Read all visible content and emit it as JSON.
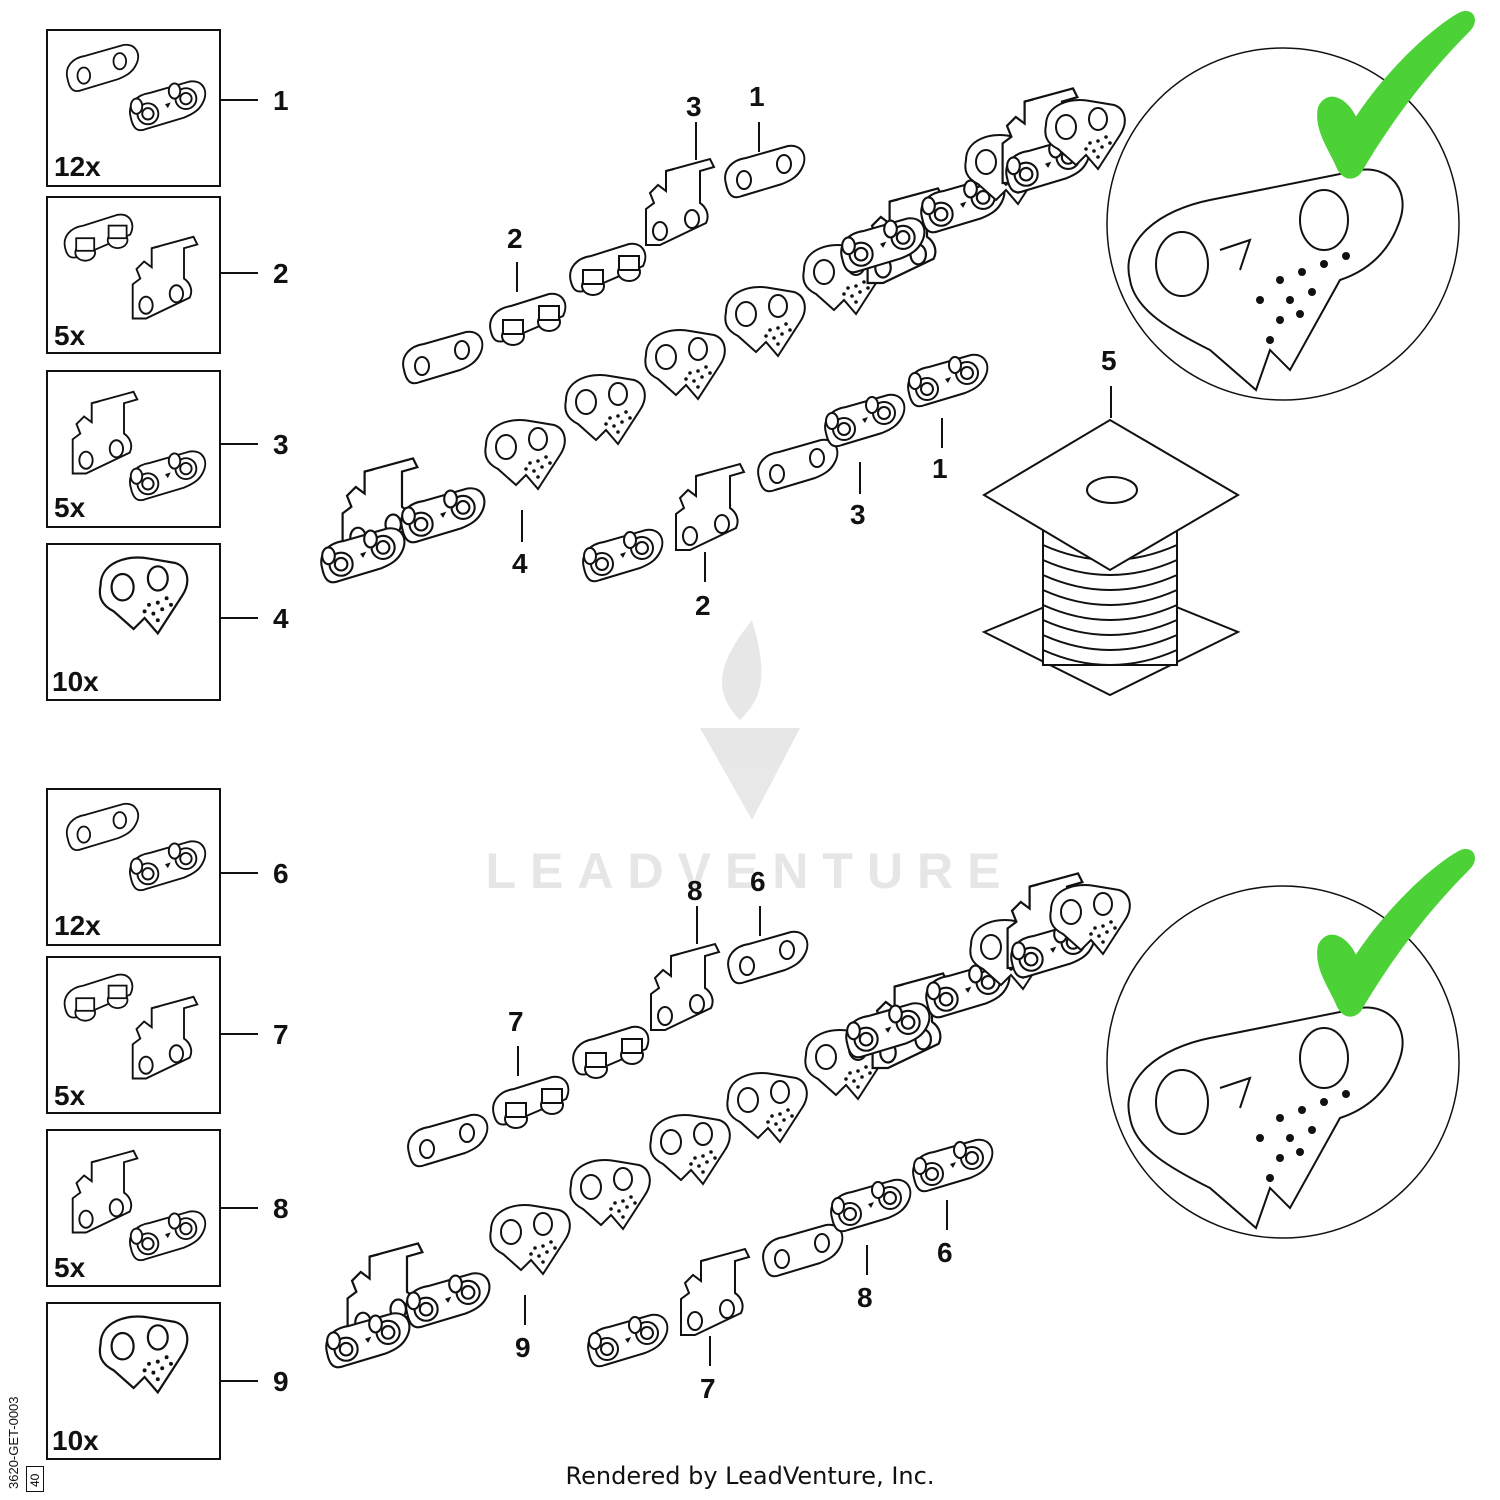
{
  "sections": [
    {
      "kit_boxes": [
        {
          "callout": "1",
          "qty": "12x",
          "icon": "press-link-pair"
        },
        {
          "callout": "2",
          "qty": "5x",
          "icon": "rivet-link-and-cutter"
        },
        {
          "callout": "3",
          "qty": "5x",
          "icon": "cutter-and-press-link"
        },
        {
          "callout": "4",
          "qty": "10x",
          "icon": "drive-link"
        }
      ],
      "chain_callouts": [
        "3",
        "1",
        "2",
        "4",
        "1",
        "3",
        "2",
        "5"
      ],
      "check_icon": "green-checkmark"
    },
    {
      "kit_boxes": [
        {
          "callout": "6",
          "qty": "12x",
          "icon": "press-link-pair"
        },
        {
          "callout": "7",
          "qty": "5x",
          "icon": "rivet-link-and-cutter"
        },
        {
          "callout": "8",
          "qty": "5x",
          "icon": "cutter-and-press-link"
        },
        {
          "callout": "9",
          "qty": "10x",
          "icon": "drive-link"
        }
      ],
      "chain_callouts": [
        "8",
        "6",
        "7",
        "9",
        "6",
        "8",
        "7"
      ],
      "check_icon": "green-checkmark"
    }
  ],
  "footer": "Rendered by LeadVenture, Inc.",
  "doc_ref": "3620-GET-0003",
  "doc_ref_box": "40",
  "watermark": "LEADVENTURE",
  "colors": {
    "check": "#4cd137",
    "line": "#111111"
  }
}
